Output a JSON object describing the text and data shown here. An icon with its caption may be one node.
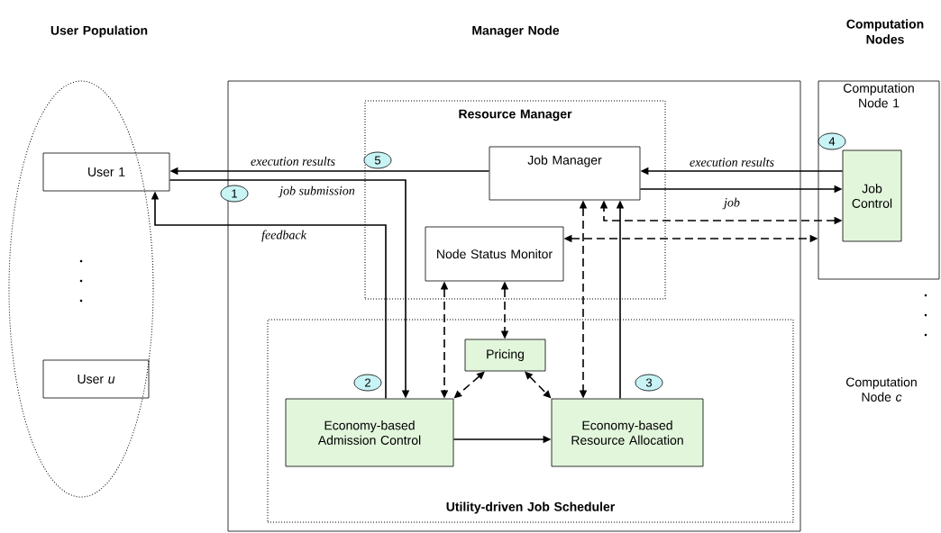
{
  "diagram": {
    "nodes": [
      {
        "text": [],
        "shape": "ellipse"
      },
      {
        "text": [
          "User 1"
        ],
        "in": 0
      },
      {
        "text": [
          "User *u*"
        ],
        "in": 0
      },
      {
        "text": [],
        "shape": "box"
      },
      {
        "text": [
          "Resource Manager"
        ],
        "in": 3
      },
      {
        "text": [
          "Job Manager"
        ],
        "in": 4
      },
      {
        "text": [
          "Node Status Monitor"
        ],
        "in": 4
      },
      {
        "text": [
          "Utility-driven Job Scheduler"
        ],
        "in": 3
      },
      {
        "text": [
          "Pricing"
        ],
        "in": 7
      },
      {
        "text": [
          "Economy-based Admission Control"
        ],
        "in": 7
      },
      {
        "text": [
          "Economy-based Resource Allocation"
        ],
        "in": 7
      },
      {
        "text": [
          "Computation Node 1"
        ]
      },
      {
        "text": [
          "Job Control"
        ],
        "in": 11
      },
      {
        "text": [
          "Computation Node *c*"
        ]
      },
      {
        "text": [
          "5"
        ],
        "in": 4
      },
      {
        "text": [
          "1"
        ]
      },
      {
        "text": [
          "2"
        ],
        "in": 7
      },
      {
        "text": [
          "3"
        ],
        "in": 7
      },
      {
        "text": [
          "4"
        ],
        "in": 11
      }
    ],
    "edges": [
      {
        "from": 5,
        "to": 1,
        "arrow": "to",
        "label": "execution results"
      },
      {
        "from": 1,
        "to": 9,
        "arrow": "to",
        "label": "job submission"
      },
      {
        "from": 9,
        "to": 1,
        "arrow": "to",
        "label": "feedback"
      },
      {
        "from": 12,
        "to": 5,
        "arrow": "to",
        "label": "execution results"
      },
      {
        "from": 5,
        "to": 12,
        "arrow": "to",
        "label": "job"
      },
      {
        "from": 12,
        "to": 5,
        "arrow": "both",
        "style": "dashed"
      },
      {
        "from": 6,
        "to": 11,
        "arrow": "both",
        "style": "dashed"
      },
      {
        "from": 6,
        "to": 9,
        "arrow": "both",
        "style": "dashed"
      },
      {
        "from": 6,
        "to": 8,
        "arrow": "both",
        "style": "dashed"
      },
      {
        "from": 5,
        "to": 10,
        "arrow": "both",
        "style": "dashed"
      },
      {
        "from": 10,
        "to": 5,
        "arrow": "to"
      },
      {
        "from": 8,
        "to": 9,
        "arrow": "both",
        "style": "dashed"
      },
      {
        "from": 8,
        "to": 10,
        "arrow": "both",
        "style": "dashed"
      },
      {
        "from": 9,
        "to": 10,
        "arrow": "to"
      }
    ],
    "labels": [
      "User Population",
      "Manager Node",
      "Computation Nodes"
    ]
  }
}
